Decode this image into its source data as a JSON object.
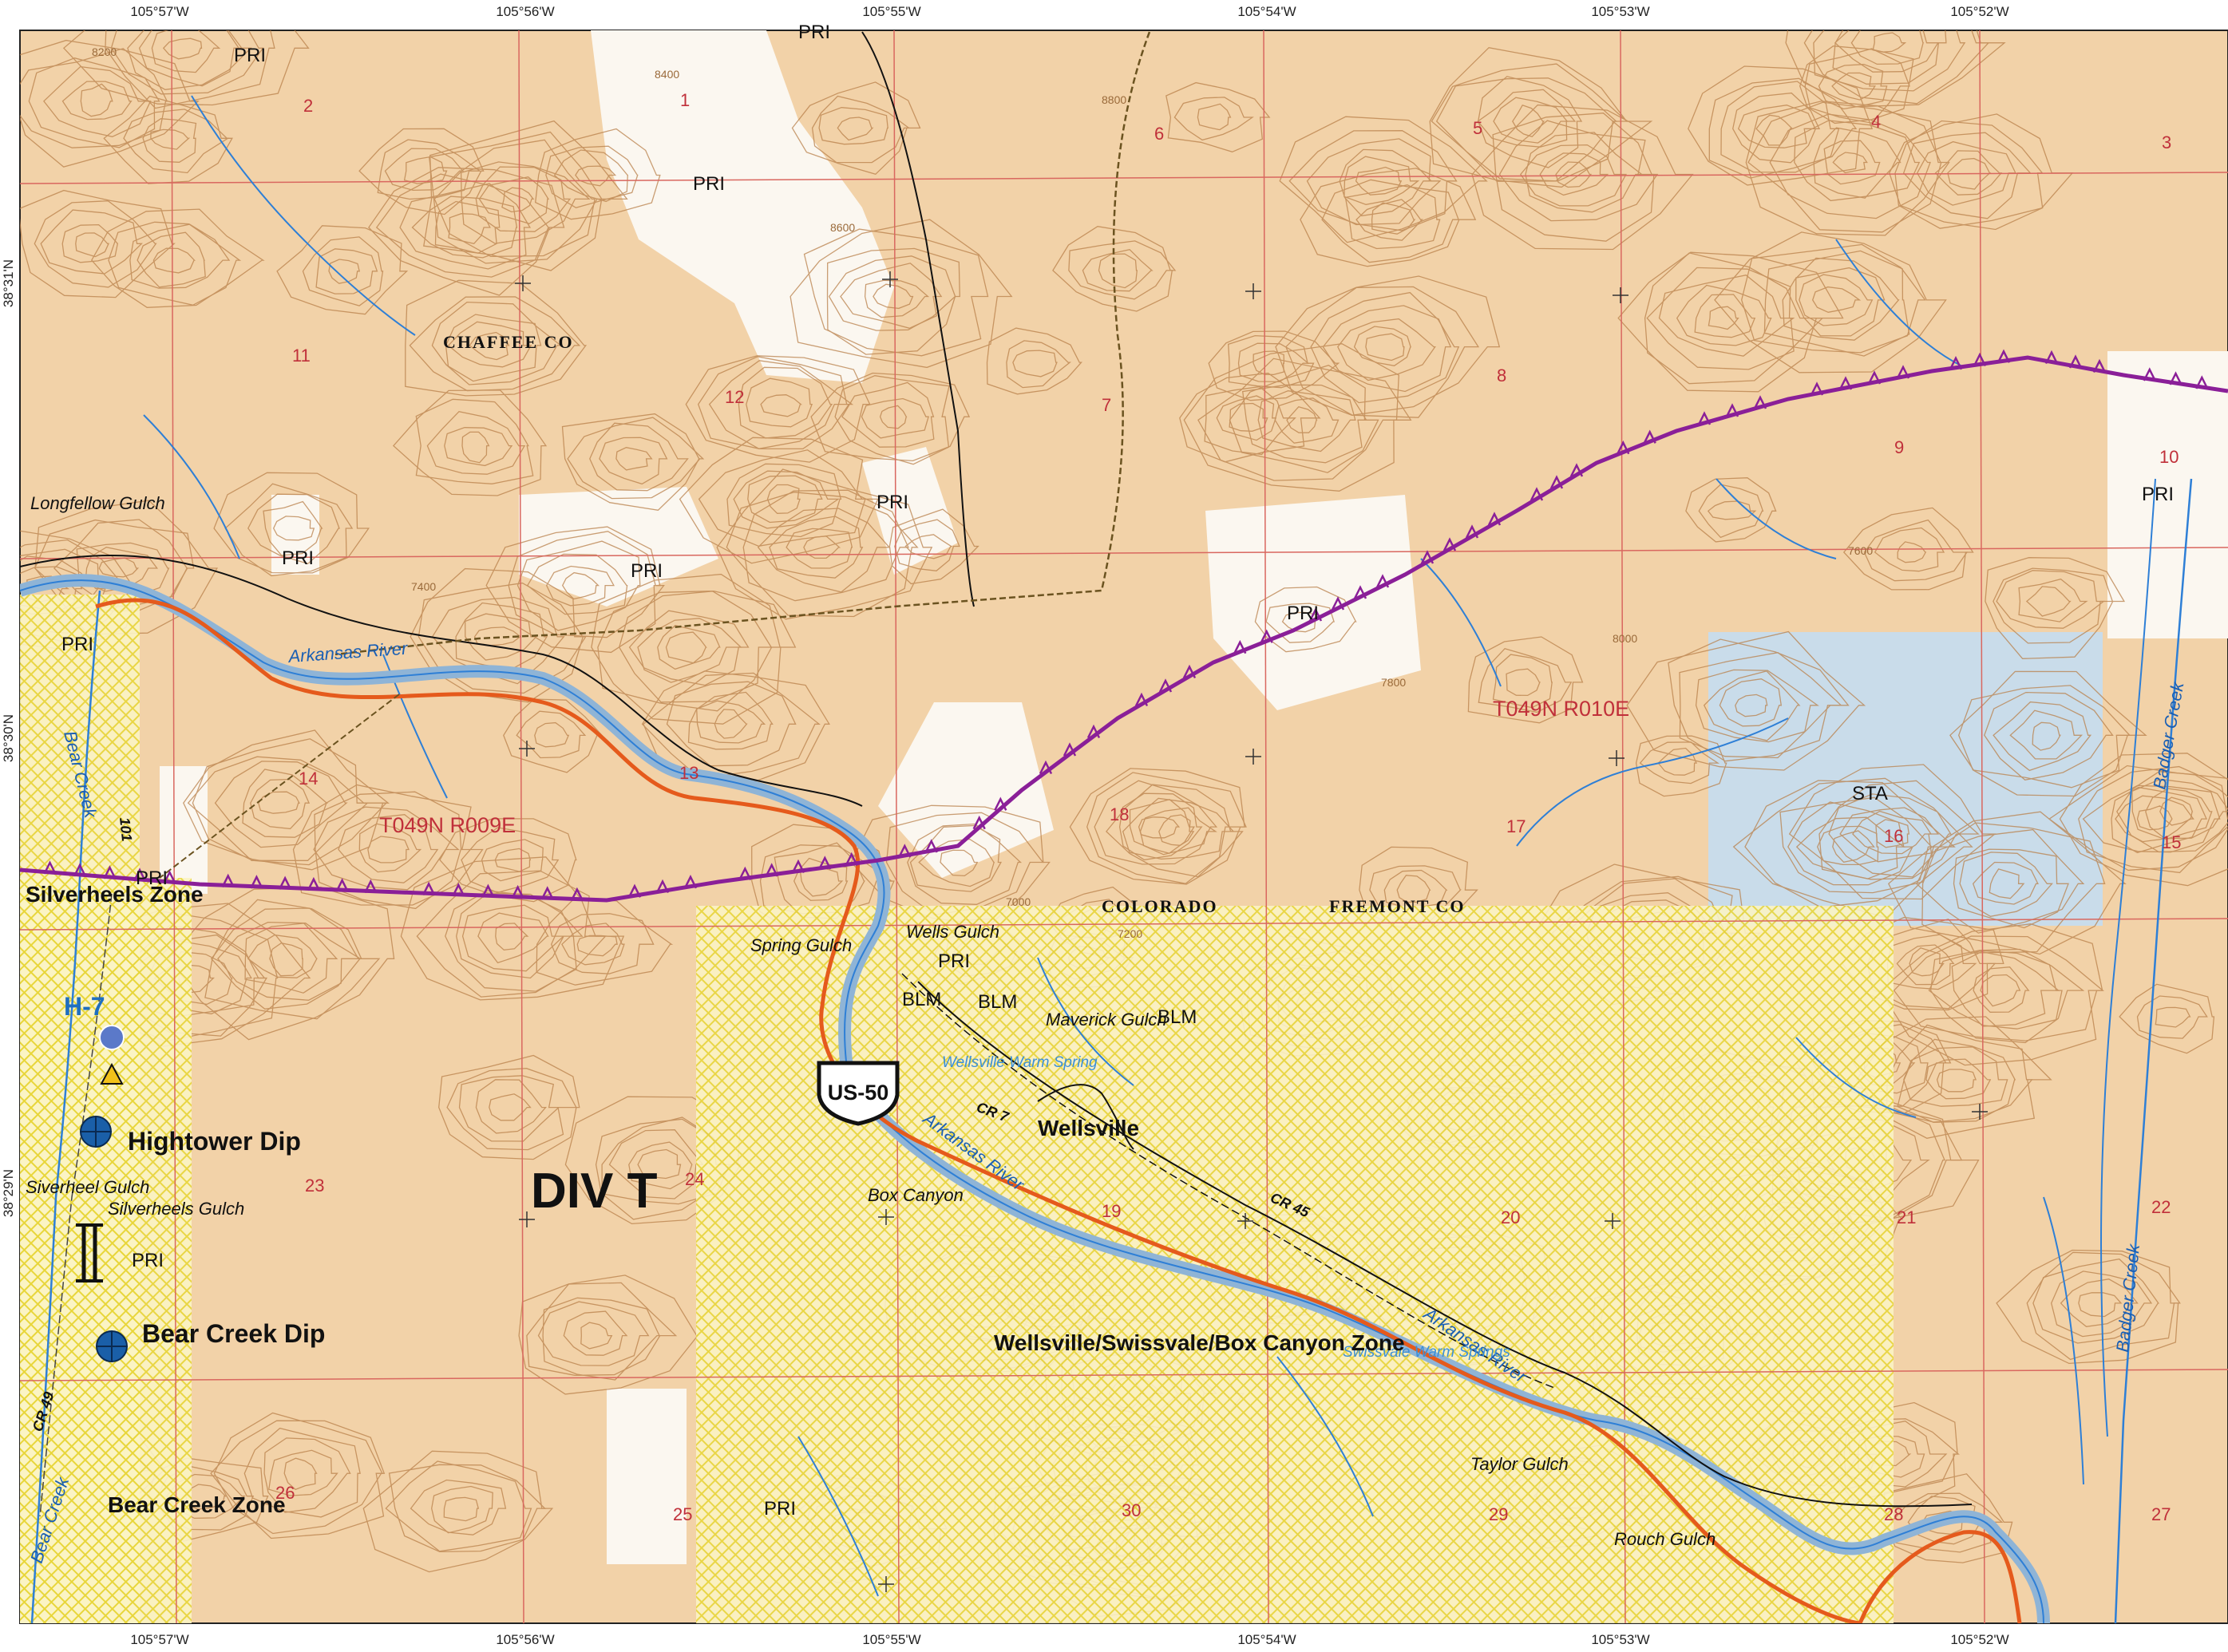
{
  "colors": {
    "private_land": "#f2d2a8",
    "contour": "#b9804a",
    "grid": "#d9675f",
    "water": "#2e7fd6",
    "river_fill": "#8fb4d6",
    "state_land": "#c9dcea",
    "zone_hatch": "#f1e24a",
    "county_line": "#8a1f98",
    "highway": "#e55a1c",
    "site_marker": "#1a5fa8"
  },
  "longitude_ticks": {
    "top": [
      "105°57'W",
      "105°56'W",
      "105°55'W",
      "105°54'W",
      "105°53'W",
      "105°52'W"
    ],
    "bottom": [
      "105°57'W",
      "105°56'W",
      "105°55'W",
      "105°54'W",
      "105°53'W",
      "105°52'W"
    ]
  },
  "latitude_ticks": [
    "38°31'N",
    "38°30'N",
    "38°29'N"
  ],
  "sections": [
    "1",
    "2",
    "3",
    "4",
    "5",
    "6",
    "7",
    "8",
    "9",
    "10",
    "11",
    "12",
    "13",
    "14",
    "15",
    "16",
    "17",
    "18",
    "19",
    "20",
    "21",
    "22",
    "23",
    "24",
    "25",
    "26",
    "27",
    "28",
    "29",
    "30"
  ],
  "ownership_labels": [
    "PRI",
    "PRI",
    "PRI",
    "PRI",
    "PRI",
    "PRI",
    "PRI",
    "PRI",
    "PRI",
    "PRI",
    "PRI",
    "PRI",
    "PRI",
    "BLM",
    "BLM",
    "BLM",
    "STA"
  ],
  "county_labels": [
    "CHAFFEE CO",
    "COLORADO",
    "FREMONT CO"
  ],
  "townships": [
    "T049N R009E",
    "T049N R010E"
  ],
  "water_labels": [
    "Arkansas River",
    "Arkansas River",
    "Arkansas River",
    "Bear Creek",
    "Bear Creek",
    "Badger Creek",
    "Badger Creek"
  ],
  "springs": [
    "Wellsville Warm Spring",
    "Swissvale Warm Springs"
  ],
  "places": [
    "Longfellow Gulch",
    "Spring Gulch",
    "Wells Gulch",
    "Maverick Gulch",
    "Box Canyon",
    "Siverheel Gulch",
    "Silverheels Gulch",
    "Taylor Gulch",
    "Rouch Gulch"
  ],
  "zones": [
    "Silverheels Zone",
    "Wellsville/Swissvale/Box Canyon Zone",
    "Bear Creek Zone"
  ],
  "roads": [
    "CR 7",
    "CR 45",
    "CR 49",
    "101"
  ],
  "highway_shield": "US-50",
  "town": "Wellsville",
  "division_label": "DIV T",
  "sites": [
    "H-7",
    "Hightower Dip",
    "Bear Creek Dip"
  ],
  "contour_labels": [
    "7000",
    "7200",
    "7400",
    "7600",
    "7800",
    "8000",
    "8200",
    "8400",
    "8600",
    "8800"
  ]
}
